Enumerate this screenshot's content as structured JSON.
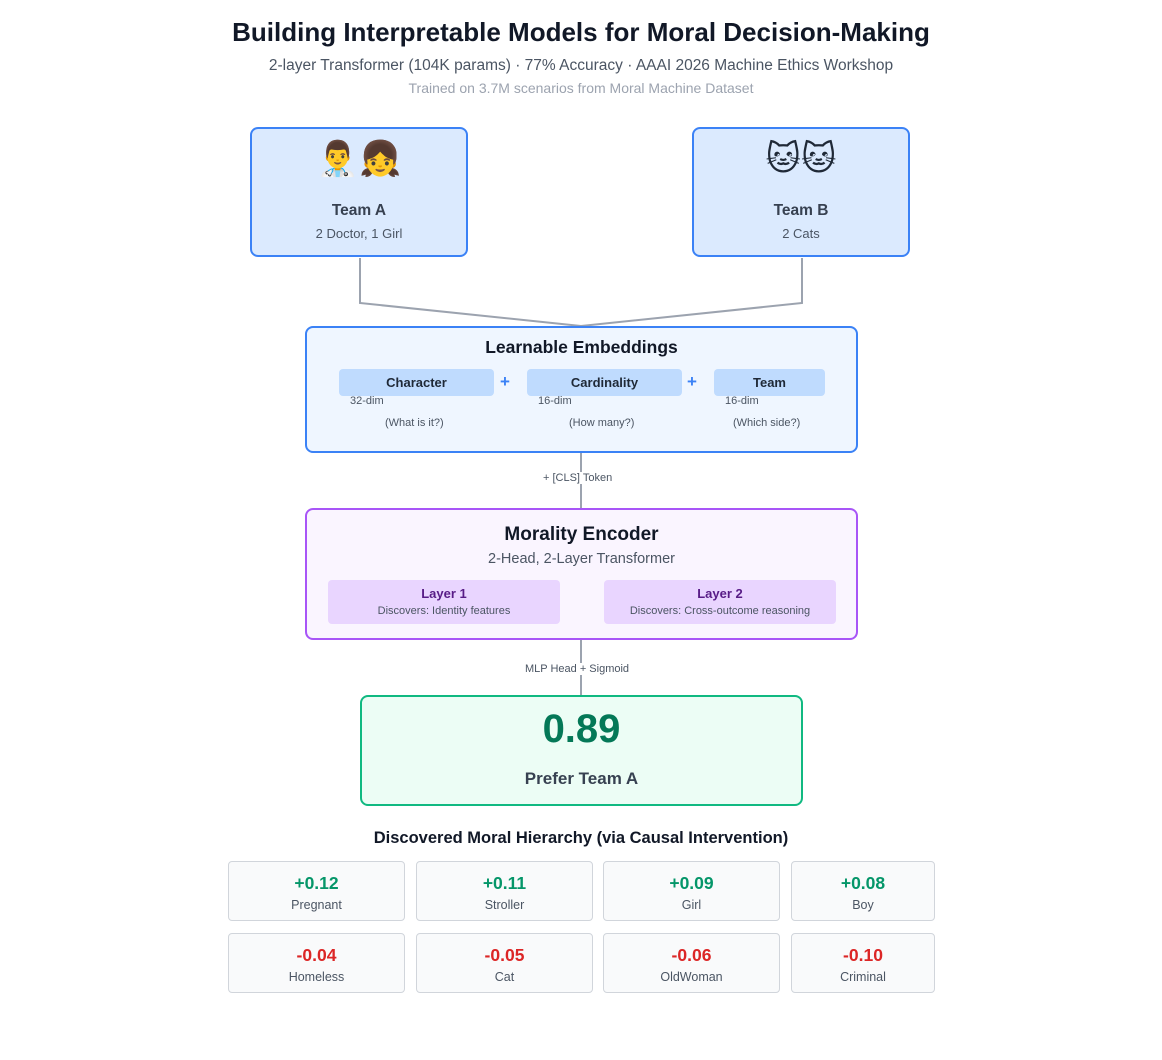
{
  "header": {
    "title": "Building Interpretable Models for Moral Decision-Making",
    "subtitle": "2-layer Transformer (104K params) · 77% Accuracy · AAAI 2026 Machine Ethics Workshop",
    "subtitle2": "Trained on 3.7M scenarios from Moral Machine Dataset"
  },
  "teams": [
    {
      "emoji": "👨‍⚕️👧",
      "name": "Team A",
      "desc": "2 Doctor, 1 Girl"
    },
    {
      "emoji": "🐱🐱",
      "name": "Team B",
      "desc": "2 Cats"
    }
  ],
  "embeddings": {
    "title": "Learnable Embeddings",
    "items": [
      {
        "label": "Character",
        "dim": "32-dim",
        "question": "(What is it?)"
      },
      {
        "label": "Cardinality",
        "dim": "16-dim",
        "question": "(How many?)"
      },
      {
        "label": "Team",
        "dim": "16-dim",
        "question": "(Which side?)"
      }
    ],
    "plus": "+"
  },
  "edges": {
    "cls": "+ [CLS] Token",
    "mlp": "MLP Head + Sigmoid"
  },
  "encoder": {
    "title": "Morality Encoder",
    "subtitle": "2-Head, 2-Layer Transformer",
    "layers": [
      {
        "name": "Layer 1",
        "desc": "Discovers: Identity features"
      },
      {
        "name": "Layer 2",
        "desc": "Discovers: Cross-outcome reasoning"
      }
    ]
  },
  "output": {
    "score": "0.89",
    "label": "Prefer Team A"
  },
  "hierarchy": {
    "title": "Discovered Moral Hierarchy (via Causal Intervention)",
    "colors": {
      "positive": "#059669",
      "negative": "#dc2626"
    },
    "items": [
      {
        "value": "+0.12",
        "name": "Pregnant",
        "sign": "pos"
      },
      {
        "value": "+0.11",
        "name": "Stroller",
        "sign": "pos"
      },
      {
        "value": "+0.09",
        "name": "Girl",
        "sign": "pos"
      },
      {
        "value": "+0.08",
        "name": "Boy",
        "sign": "pos"
      },
      {
        "value": "-0.04",
        "name": "Homeless",
        "sign": "neg"
      },
      {
        "value": "-0.05",
        "name": "Cat",
        "sign": "neg"
      },
      {
        "value": "-0.06",
        "name": "OldWoman",
        "sign": "neg"
      },
      {
        "value": "-0.10",
        "name": "Criminal",
        "sign": "neg"
      }
    ]
  }
}
